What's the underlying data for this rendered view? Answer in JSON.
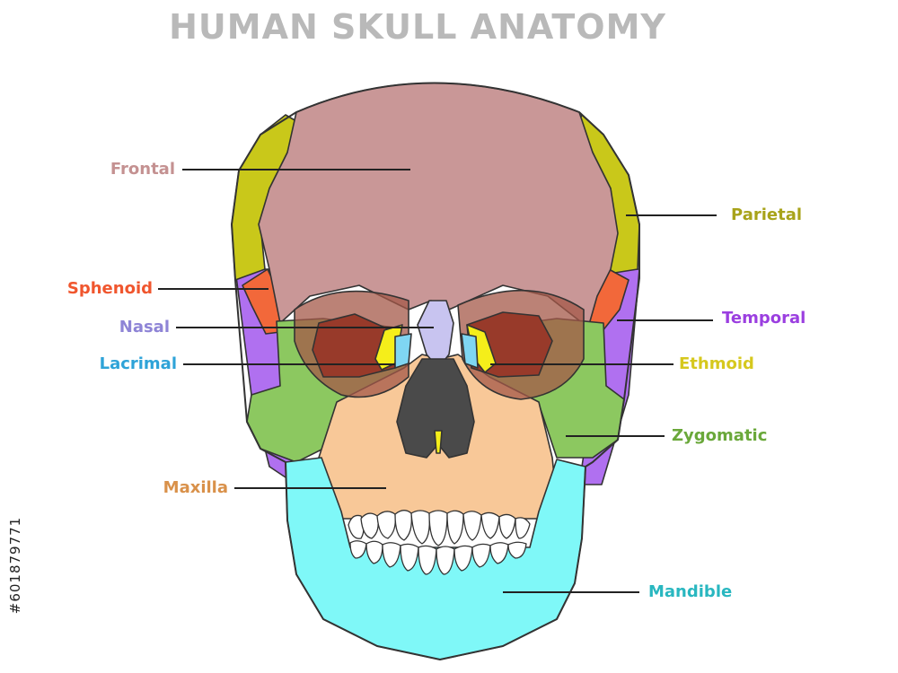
{
  "title": "HUMAN SKULL ANATOMY",
  "stock_id": "#601879771",
  "labels": {
    "frontal": {
      "text": "Frontal",
      "color": "#c49191"
    },
    "parietal": {
      "text": "Parietal",
      "color": "#a8a31a"
    },
    "sphenoid": {
      "text": "Sphenoid",
      "color": "#f0562e"
    },
    "temporal": {
      "text": "Temporal",
      "color": "#9b3fe0"
    },
    "nasal": {
      "text": "Nasal",
      "color": "#8e84d6"
    },
    "ethmoid": {
      "text": "Ethmoid",
      "color": "#d6c81e"
    },
    "lacrimal": {
      "text": "Lacrimal",
      "color": "#2ea3d8"
    },
    "zygomatic": {
      "text": "Zygomatic",
      "color": "#6aa83a"
    },
    "maxilla": {
      "text": "Maxilla",
      "color": "#d9914a"
    },
    "mandible": {
      "text": "Mandible",
      "color": "#29b7c0"
    }
  },
  "bone_colors": {
    "frontal": "#c99797",
    "parietal": "#c9c81a",
    "sphenoid": "#f2683a",
    "temporal": "#b070f0",
    "nasal": "#c8c4f0",
    "ethmoid": "#f5ee1a",
    "lacrimal": "#7fd6f2",
    "zygomatic": "#8cc860",
    "maxilla": "#f8c898",
    "mandible": "#7ff8f8",
    "orbit_dark": "#983a2a",
    "nasal_cavity": "#4a4a4a"
  }
}
